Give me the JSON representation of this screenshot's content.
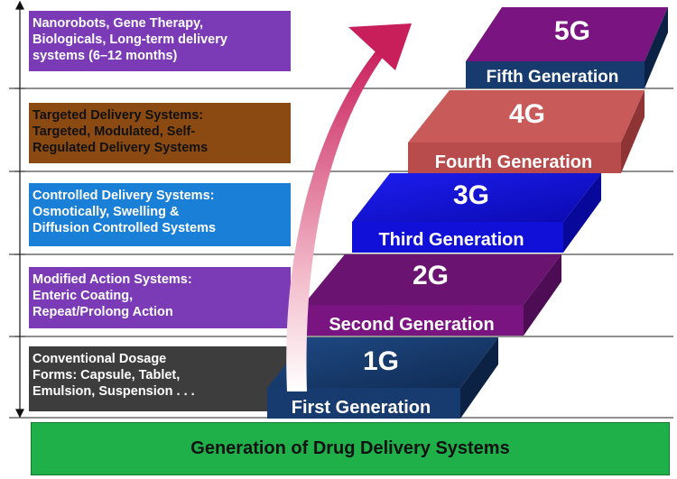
{
  "levels": [
    {
      "code": "1G",
      "generation": "First Generation",
      "description": "Conventional Dosage\nForms: Capsule, Tablet,\nEmulsion, Suspension . . ."
    },
    {
      "code": "2G",
      "generation": "Second Generation",
      "description": "Modified Action Systems:\nEnteric Coating,\nRepeat/Prolong Action"
    },
    {
      "code": "3G",
      "generation": "Third Generation",
      "description": "Controlled Delivery Systems:\nOsmotically, Swelling &\nDiffusion Controlled Systems"
    },
    {
      "code": "4G",
      "generation": "Fourth Generation",
      "description": "Targeted Delivery Systems:\nTargeted, Modulated, Self-\nRegulated Delivery Systems"
    },
    {
      "code": "5G",
      "generation": "Fifth Generation",
      "description": "Nanorobots, Gene Therapy,\nBiologicals, Long-term delivery\nsystems (6–12 months)"
    }
  ],
  "footer": "Generation of Drug Delivery Systems",
  "colors": {
    "gen1": "#173b6e",
    "gen2": "#7a1480",
    "gen3": "#1010d8",
    "gen4": "#c05050",
    "gen5": "#7a1480",
    "arrow": "#c81e5a",
    "footer": "#1fb04a"
  }
}
